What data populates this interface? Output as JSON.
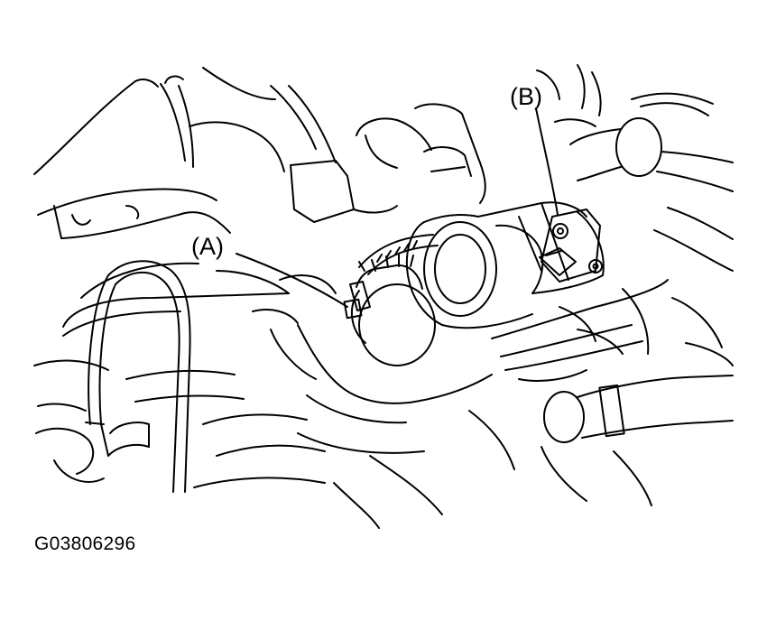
{
  "callouts": {
    "a": "(A)",
    "b": "(B)"
  },
  "figure_id": "G03806296",
  "colors": {
    "line": "#000000",
    "background": "#ffffff"
  }
}
